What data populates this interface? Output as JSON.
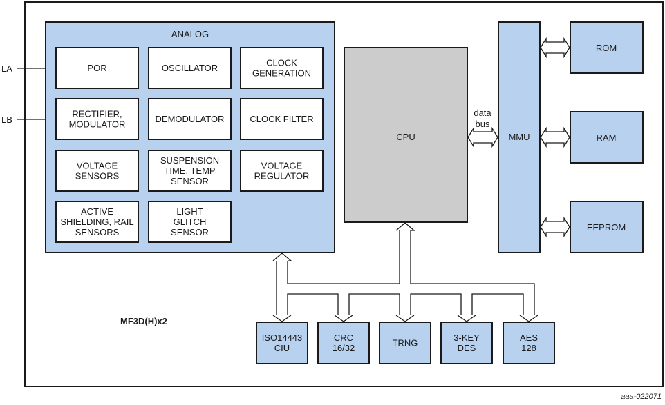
{
  "diagram": {
    "chip_name": "MF3D(H)x2",
    "figure_id": "aaa-022071",
    "colors": {
      "block_fill": "#b8d1ee",
      "cpu_fill": "#cccccc",
      "sub_block_fill": "#ffffff",
      "line": "#1a1a1a"
    },
    "pins": [
      {
        "id": "LA",
        "label": "LA",
        "connects_to": "POR"
      },
      {
        "id": "LB",
        "label": "LB",
        "connects_to": "RECTIFIER, MODULATOR"
      }
    ],
    "analog": {
      "title": "ANALOG",
      "blocks": [
        {
          "lines": [
            "POR"
          ]
        },
        {
          "lines": [
            "OSCILLATOR"
          ]
        },
        {
          "lines": [
            "CLOCK",
            "GENERATION"
          ]
        },
        {
          "lines": [
            "RECTIFIER,",
            "MODULATOR"
          ]
        },
        {
          "lines": [
            "DEMODULATOR"
          ]
        },
        {
          "lines": [
            "CLOCK FILTER"
          ]
        },
        {
          "lines": [
            "VOLTAGE",
            "SENSORS"
          ]
        },
        {
          "lines": [
            "SUSPENSION",
            "TIME, TEMP",
            "SENSOR"
          ]
        },
        {
          "lines": [
            "VOLTAGE",
            "REGULATOR"
          ]
        },
        {
          "lines": [
            "ACTIVE",
            "SHIELDING, RAIL",
            "SENSORS"
          ]
        },
        {
          "lines": [
            "LIGHT",
            "GLITCH",
            "SENSOR"
          ]
        }
      ]
    },
    "cpu": {
      "label": "CPU"
    },
    "data_bus": {
      "lines": [
        "data",
        "bus"
      ]
    },
    "mmu": {
      "label": "MMU"
    },
    "memories": [
      {
        "label": "ROM"
      },
      {
        "label": "RAM"
      },
      {
        "label": "EEPROM"
      }
    ],
    "peripherals": [
      {
        "lines": [
          "ISO14443",
          "CIU"
        ]
      },
      {
        "lines": [
          "CRC",
          "16/32"
        ]
      },
      {
        "lines": [
          "TRNG"
        ]
      },
      {
        "lines": [
          "3-KEY",
          "DES"
        ]
      },
      {
        "lines": [
          "AES",
          "128"
        ]
      }
    ],
    "connections": [
      {
        "from": "CPU",
        "to": "MMU",
        "type": "bidirectional",
        "label": "data bus"
      },
      {
        "from": "MMU",
        "to": "ROM",
        "type": "bidirectional"
      },
      {
        "from": "MMU",
        "to": "RAM",
        "type": "bidirectional"
      },
      {
        "from": "MMU",
        "to": "EEPROM",
        "type": "bidirectional"
      },
      {
        "from": "ANALOG",
        "to": "ISO14443 CIU",
        "type": "bidirectional"
      },
      {
        "from": "peripheral bus",
        "to": "CPU",
        "type": "unidirectional"
      },
      {
        "from": "peripheral bus",
        "to": "CRC 16/32",
        "type": "unidirectional"
      },
      {
        "from": "peripheral bus",
        "to": "TRNG",
        "type": "unidirectional"
      },
      {
        "from": "peripheral bus",
        "to": "3-KEY DES",
        "type": "unidirectional"
      },
      {
        "from": "peripheral bus",
        "to": "AES 128",
        "type": "unidirectional"
      }
    ]
  }
}
